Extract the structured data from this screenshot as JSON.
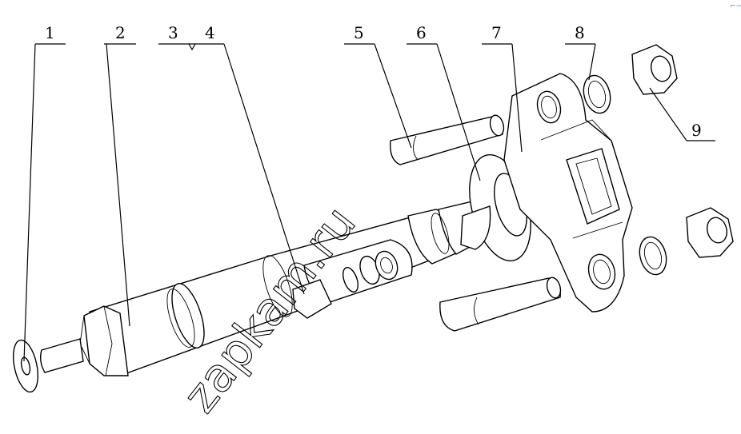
{
  "callouts": [
    "1",
    "2",
    "3",
    "4",
    "5",
    "6",
    "7",
    "8",
    "9"
  ],
  "watermark": "zapkam.ru",
  "corner_mark": "⌐−"
}
